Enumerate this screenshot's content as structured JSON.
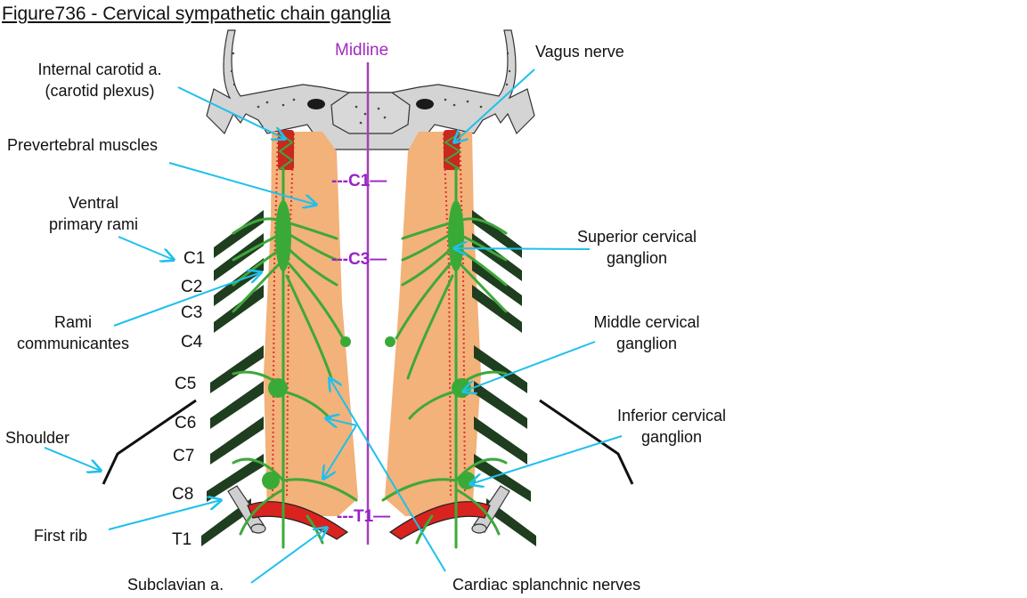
{
  "figure": {
    "title": "Figure736 - Cervical sympathetic chain ganglia"
  },
  "colors": {
    "muscle": "#f2b27a",
    "nerve": "#3ea83a",
    "ganglion": "#3aaa36",
    "ventral_rami": "#1f3d1f",
    "bone": "#d4d4d4",
    "artery": "#d8231f",
    "leader_line": "#1ec0ec",
    "midline": "#a73fb8",
    "level_marker": "#9a22c8"
  },
  "midline": {
    "label": "Midline"
  },
  "level_markers": [
    {
      "id": "c1",
      "text": "---C1—"
    },
    {
      "id": "c3",
      "text": "---C3—"
    },
    {
      "id": "t1",
      "text": "---T1—"
    }
  ],
  "vertebral_levels": [
    "C1",
    "C2",
    "C3",
    "C4",
    "C5",
    "C6",
    "C7",
    "C8",
    "T1"
  ],
  "labels": {
    "internal_carotid": [
      "Internal carotid a.",
      "(carotid plexus)"
    ],
    "prevertebral_muscles": "Prevertebral muscles",
    "ventral_primary_rami": [
      "Ventral",
      "primary rami"
    ],
    "rami_communicantes": [
      "Rami",
      "communicantes"
    ],
    "shoulder": "Shoulder",
    "first_rib": "First rib",
    "subclavian": "Subclavian a.",
    "vagus_nerve": "Vagus nerve",
    "superior_cervical_ganglion": [
      "Superior cervical",
      "ganglion"
    ],
    "middle_cervical_ganglion": [
      "Middle cervical",
      "ganglion"
    ],
    "inferior_cervical_ganglion": [
      "Inferior cervical",
      "ganglion"
    ],
    "cardiac_splanchnic_nerves": "Cardiac splanchnic nerves"
  }
}
